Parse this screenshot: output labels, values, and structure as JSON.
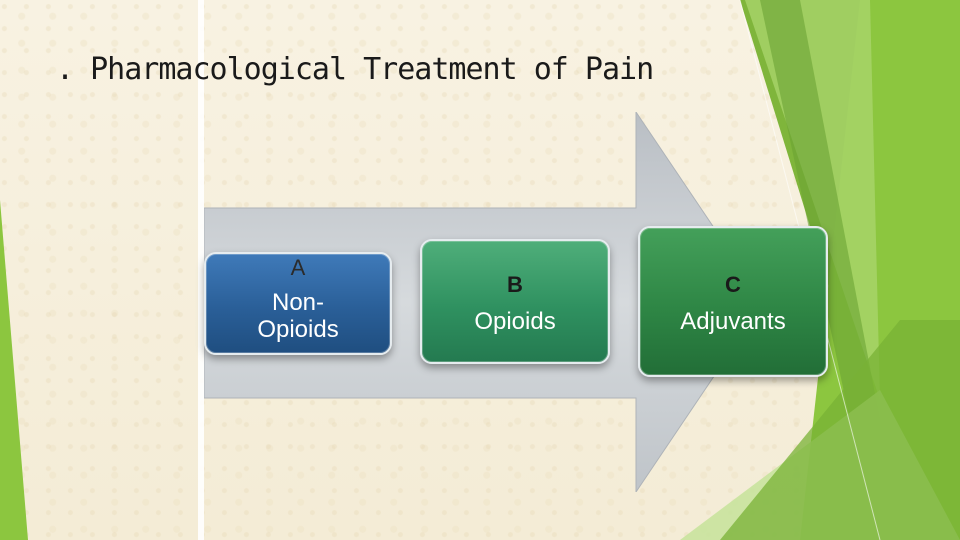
{
  "slide": {
    "title": ". Pharmacological Treatment of Pain"
  },
  "diagram": {
    "steps": [
      {
        "letter": "A",
        "text": "Non-Opioids"
      },
      {
        "letter": "B",
        "text": "Opioids"
      },
      {
        "letter": "C",
        "text": "Adjuvants"
      }
    ]
  },
  "colors": {
    "background": "#f6efdc",
    "arrow": "#c9cdd1",
    "box_a": "#2a5f98",
    "box_b": "#2f9160",
    "box_c": "#2e8645",
    "accent_green": "#8cc63f"
  }
}
